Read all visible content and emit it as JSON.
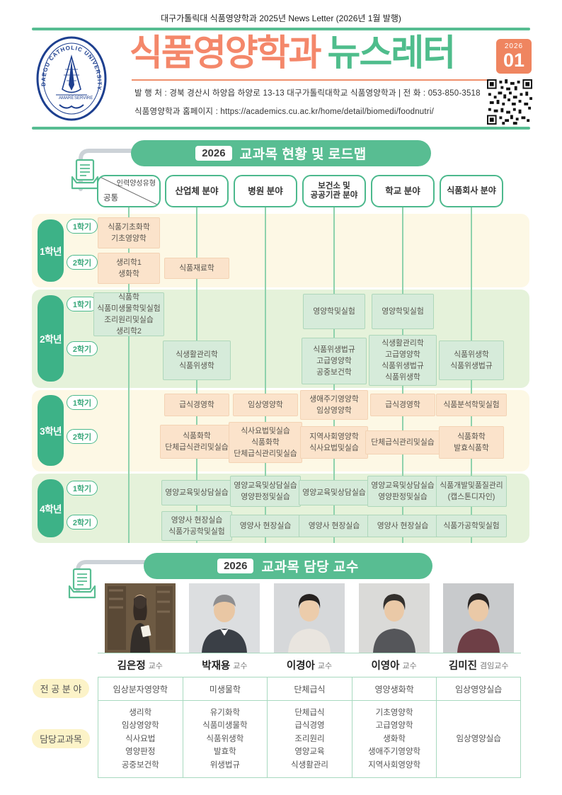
{
  "meta": {
    "top_caption": "대구가톨릭대 식품영양학과 2025년 News Letter (2026년 1월 발행)"
  },
  "colors": {
    "accent_green": "#58bd92",
    "accent_orange": "#f4876a",
    "badge_orange": "#ef8560",
    "navy": "#1d3f8f",
    "band_cream": "#fdf8e5",
    "band_mint": "#e5f2da"
  },
  "header": {
    "title_main": "식품영양학과",
    "title_sub": "뉴스레터",
    "badge_year": "2026",
    "badge_issue": "01",
    "publisher_line": "발 행 처 : 경북 경산시 하양읍 하양로 13-13 대구가톨릭대학교 식품영양학과  |  전 화 : 053-850-3518",
    "homepage_line": "식품영양학과 홈페이지 : https://academics.cu.ac.kr/home/detail/biomedi/foodnutri/",
    "seal_university": "DAEGU CATHOLIC UNIVERSITY",
    "seal_motto_left": "AMARE",
    "seal_motto_right": "SERVIRE"
  },
  "roadmap": {
    "badge": "2026",
    "title": "교과목 현황 및 로드맵",
    "corner": {
      "top": "인력양성유형",
      "bottom": "공통"
    },
    "columns": [
      "산업체 분야",
      "병원 분야",
      "보건소 및\n공공기관 분야",
      "학교 분야",
      "식품회사 분야"
    ],
    "years": [
      {
        "label": "1학년",
        "sem1_label": "1학기",
        "sem2_label": "2학기"
      },
      {
        "label": "2학년",
        "sem1_label": "1학기",
        "sem2_label": "2학기"
      },
      {
        "label": "3학년",
        "sem1_label": "1학기",
        "sem2_label": "2학기"
      },
      {
        "label": "4학년",
        "sem1_label": "1학기",
        "sem2_label": "2학기"
      }
    ],
    "cells": {
      "y1s1c0": "식품기초화학\n기초영양학",
      "y1s2c0": "생리학1\n생화학",
      "y1s2c1": "식품재료학",
      "y2s1c0": "식품학\n식품미생물학및실험\n조리원리및실습\n생리학2",
      "y2s1c3": "영양학및실험",
      "y2s1c4": "영양학및실험",
      "y2s2c1": "식생활관리학\n식품위생학",
      "y2s2c3": "식품위생법규\n고급영양학\n공중보건학",
      "y2s2c4": "식생활관리학\n고급영양학\n식품위생법규\n식품위생학",
      "y2s2c5": "식품위생학\n식품위생법규",
      "y3s1c1": "급식경영학",
      "y3s1c2": "임상영양학",
      "y3s1c3": "생애주기영양학\n임상영양학",
      "y3s1c4": "급식경영학",
      "y3s1c5": "식품분석학및실험",
      "y3s2c1": "식품화학\n단체급식관리및실습",
      "y3s2c2": "식사요법및실습\n식품화학\n단체급식관리및실습",
      "y3s2c3": "지역사회영양학\n식사요법및실습",
      "y3s2c4": "단체급식관리및실습",
      "y3s2c5": "식품화학\n발효식품학",
      "y4s1c1": "영양교육및상담실습",
      "y4s1c2": "영양교육및상담실습\n영양판정및실습",
      "y4s1c3": "영양교육및상담실습",
      "y4s1c4": "영양교육및상담실습\n영양판정및실습",
      "y4s1c5": "식품개발및품질관리\n(캡스톤디자인)",
      "y4s2c1": "영양사 현장실습\n식품가공학및실험",
      "y4s2c2": "영양사 현장실습",
      "y4s2c3": "영양사 현장실습",
      "y4s2c4": "영양사 현장실습",
      "y4s2c5": "식품가공학및실험"
    }
  },
  "professors": {
    "badge": "2026",
    "title": "교과목 담당 교수",
    "major_row_label": "전 공 분 야",
    "courses_row_label": "담당교과목",
    "list": [
      {
        "name": "김은정",
        "title": "교수",
        "major": "임상분자영양학",
        "courses": "생리학\n임상영양학\n식사요법\n영양판정\n공중보건학"
      },
      {
        "name": "박재용",
        "title": "교수",
        "major": "미생물학",
        "courses": "유기화학\n식품미생물학\n식품위생학\n발효학\n위생법규"
      },
      {
        "name": "이경아",
        "title": "교수",
        "major": "단체급식",
        "courses": "단체급식\n급식경영\n조리원리\n영양교육\n식생활관리"
      },
      {
        "name": "이영아",
        "title": "교수",
        "major": "영양생화학",
        "courses": "기초영양학\n고급영양학\n생화학\n생애주기영양학\n지역사회영양학"
      },
      {
        "name": "김미진",
        "title": "겸임교수",
        "major": "임상영양실습",
        "courses": "임상영양실습"
      }
    ]
  }
}
